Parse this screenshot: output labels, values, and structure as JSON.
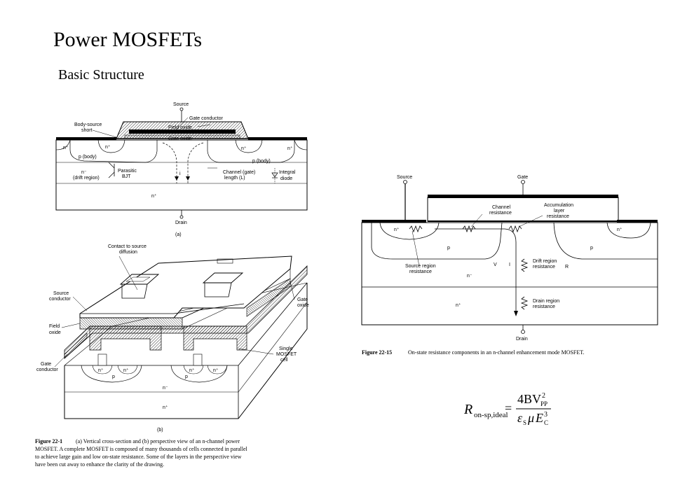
{
  "title": "Power MOSFETs",
  "subtitle": "Basic Structure",
  "fig_a": {
    "source": "Source",
    "gate_conductor": "Gate conductor",
    "field_oxide": "Field oxide",
    "gate_oxide": "Gate oxide",
    "body_source_short_1": "Body-source",
    "body_source_short_2": "short",
    "n_plus": "n⁺",
    "p_body": "p (body)",
    "n_minus": "n⁻",
    "drift_region": "(drift region)",
    "parasitic_1": "Parasitic",
    "parasitic_2": "BJT",
    "i_d": "i",
    "channel_1": "Channel (gate)",
    "channel_2": "length (L)",
    "integral_1": "Integral",
    "integral_2": "diode",
    "drain": "Drain",
    "sub_label": "(a)"
  },
  "fig_b": {
    "contact_1": "Contact to source",
    "contact_2": "diffusion",
    "source_cond_1": "Source",
    "source_cond_2": "conductor",
    "gate_oxide_1": "Gate",
    "gate_oxide_2": "oxide",
    "field_oxide_1": "Field",
    "field_oxide_2": "oxide",
    "gate_cond_1": "Gate",
    "gate_cond_2": "conductor",
    "single_1": "Single",
    "single_2": "MOSFET",
    "single_3": "cell",
    "n_plus": "n⁺",
    "p": "p",
    "n_minus": "n⁻",
    "sub_label": "(b)"
  },
  "caption_a": {
    "label": "Figure 22-1",
    "line1": "(a) Vertical cross-section and (b) perspective view of an n-channel power",
    "line2": "MOSFET. A complete MOSFET is composed of many thousands of cells connected in parallel",
    "line3": "to achieve large gain and low on-state resistance. Some of the layers in the perspective view",
    "line4": "have been cut away to enhance the clarity of the drawing."
  },
  "fig_right": {
    "source": "Source",
    "gate": "Gate",
    "channel_res_1": "Channel",
    "channel_res_2": "resistance",
    "accum_1": "Accumulation",
    "accum_2": "layer",
    "accum_3": "resistance",
    "n_plus": "n⁺",
    "p": "p",
    "n_minus": "n⁻",
    "n_sub": "n⁺",
    "source_reg_1": "Source region",
    "source_reg_2": "resistance",
    "vd": "V",
    "id": "I",
    "drift_1": "Drift region",
    "drift_2": "resistance",
    "rd": "R",
    "drain_reg_1": "Drain region",
    "drain_reg_2": "resistance",
    "drain": "Drain"
  },
  "caption_b": {
    "label": "Figure 22-15",
    "text": "On-state resistance components in an n-channel enhancement mode MOSFET."
  },
  "equation": {
    "lhs": "R",
    "lhs_sub": "on-sp,ideal",
    "equals": "=",
    "num": "4BV",
    "num_sup": "2",
    "num_sub": "PP",
    "den_eps": "ε",
    "den_eps_sub": "S",
    "den_mu": "μ",
    "den_e": "E",
    "den_e_sup": "3",
    "den_e_sub": "C"
  }
}
